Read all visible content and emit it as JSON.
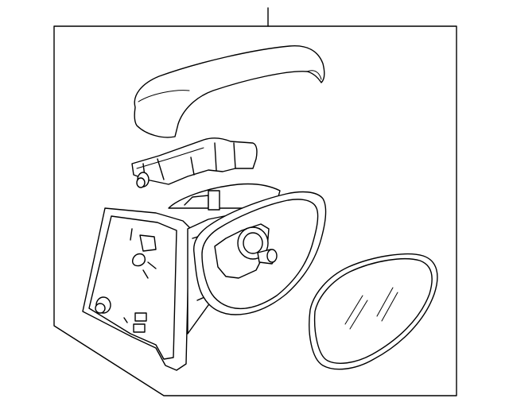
{
  "diagram": {
    "parts": [
      {
        "name": "mirror-cover-cap"
      },
      {
        "name": "turn-signal-lamp"
      },
      {
        "name": "mirror-housing-base"
      },
      {
        "name": "mirror-glass"
      }
    ],
    "line_color": "#000000",
    "background": "#ffffff"
  }
}
